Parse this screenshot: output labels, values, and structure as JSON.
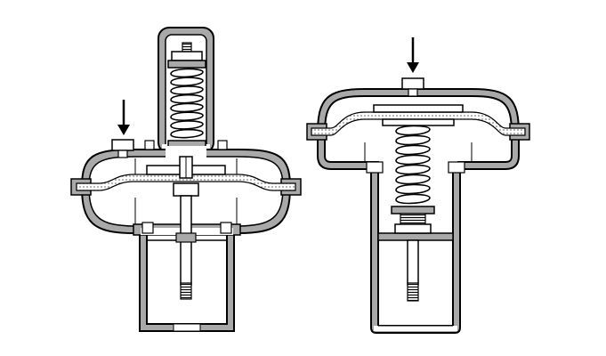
{
  "figure": {
    "left": {
      "component": "diaphragm-actuator",
      "spring_location": "top-bonnet",
      "arrow": "pressure-inlet-arrow"
    },
    "right": {
      "component": "diaphragm-actuator",
      "spring_location": "below-diaphragm",
      "arrow": "pressure-inlet-arrow"
    }
  },
  "colors": {
    "wall_fill": "#a9a9a9",
    "outline": "#000000",
    "interior": "#ffffff",
    "diaphragm_dots": "#808080"
  }
}
